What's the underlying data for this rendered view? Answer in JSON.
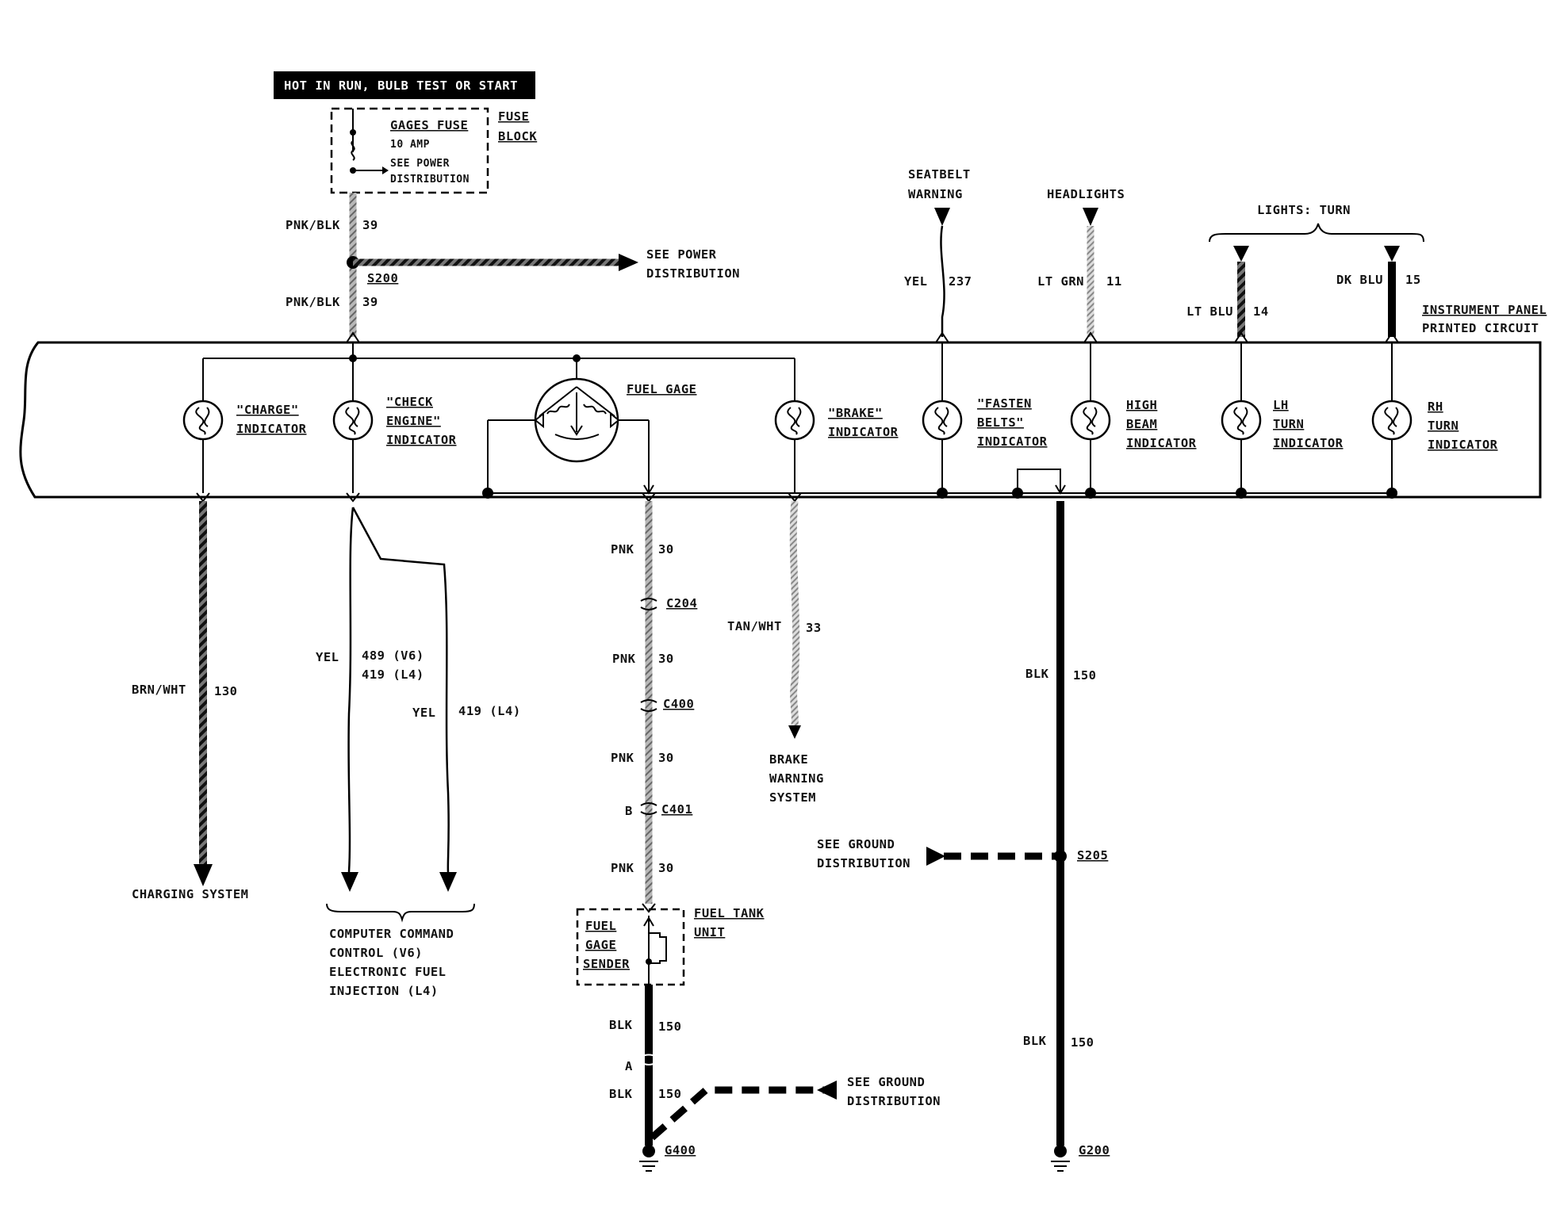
{
  "header": {
    "power_label": "HOT IN RUN,  BULB TEST OR START"
  },
  "fuse": {
    "name": "GAGES FUSE",
    "rating": "10 AMP",
    "note_line1": "SEE POWER",
    "note_line2": "DISTRIBUTION",
    "block_line1": "FUSE",
    "block_line2": "BLOCK"
  },
  "feed": {
    "color_top": "PNK/BLK",
    "circuit_top": "39",
    "splice": "S200",
    "color_bottom": "PNK/BLK",
    "circuit_bottom": "39",
    "see_power_1": "SEE POWER",
    "see_power_2": "DISTRIBUTION"
  },
  "top_inputs": {
    "seatbelt_1": "SEATBELT",
    "seatbelt_2": "WARNING",
    "seatbelt_color": "YEL",
    "seatbelt_circuit": "237",
    "headlights": "HEADLIGHTS",
    "headlights_color": "LT GRN",
    "headlights_circuit": "11",
    "turn": "LIGHTS: TURN",
    "lh_color": "LT BLU",
    "lh_circuit": "14",
    "rh_color": "DK BLU",
    "rh_circuit": "15"
  },
  "panel": {
    "line1": "INSTRUMENT PANEL",
    "line2": "PRINTED CIRCUIT"
  },
  "indicators": {
    "charge_1": "\"CHARGE\"",
    "charge_2": "INDICATOR",
    "check_1": "\"CHECK",
    "check_2": "ENGINE\"",
    "check_3": "INDICATOR",
    "fuel_gage": "FUEL GAGE",
    "brake_1": "\"BRAKE\"",
    "brake_2": "INDICATOR",
    "fasten_1": "\"FASTEN",
    "fasten_2": "BELTS\"",
    "fasten_3": "INDICATOR",
    "high_1": "HIGH",
    "high_2": "BEAM",
    "high_3": "INDICATOR",
    "lh_1": "LH",
    "lh_2": "TURN",
    "lh_3": "INDICATOR",
    "rh_1": "RH",
    "rh_2": "TURN",
    "rh_3": "INDICATOR"
  },
  "outputs": {
    "charge_color": "BRN/WHT",
    "charge_circuit": "130",
    "charging_system": "CHARGING SYSTEM",
    "yel1_color": "YEL",
    "yel1_circuit_a": "489 (V6)",
    "yel1_circuit_b": "419 (L4)",
    "yel2_color": "YEL",
    "yel2_circuit": "419 (L4)",
    "ccc_1": "COMPUTER COMMAND",
    "ccc_2": "CONTROL (V6)",
    "ccc_3": "ELECTRONIC FUEL",
    "ccc_4": "INJECTION (L4)",
    "fuel_color_1": "PNK",
    "fuel_circuit_1": "30",
    "conn_c204": "C204",
    "fuel_color_2": "PNK",
    "fuel_circuit_2": "30",
    "conn_c400": "C400",
    "fuel_color_3": "PNK",
    "fuel_circuit_3": "30",
    "conn_b": "B",
    "conn_c401": "C401",
    "fuel_color_4": "PNK",
    "fuel_circuit_4": "30",
    "sender_1": "FUEL",
    "sender_2": "GAGE",
    "sender_3": "SENDER",
    "tank_1": "FUEL TANK",
    "tank_2": "UNIT",
    "gnd_color_1": "BLK",
    "gnd_circuit_1": "150",
    "conn_a": "A",
    "gnd_color_2": "BLK",
    "gnd_circuit_2": "150",
    "see_ground_1a": "SEE GROUND",
    "see_ground_1b": "DISTRIBUTION",
    "g400": "G400",
    "brake_color": "TAN/WHT",
    "brake_circuit": "33",
    "brake_sys_1": "BRAKE",
    "brake_sys_2": "WARNING",
    "brake_sys_3": "SYSTEM",
    "blk_color_1": "BLK",
    "blk_circuit_1": "150",
    "see_ground_2a": "SEE GROUND",
    "see_ground_2b": "DISTRIBUTION",
    "s205": "S205",
    "blk_color_2": "BLK",
    "blk_circuit_2": "150",
    "g200": "G200"
  }
}
